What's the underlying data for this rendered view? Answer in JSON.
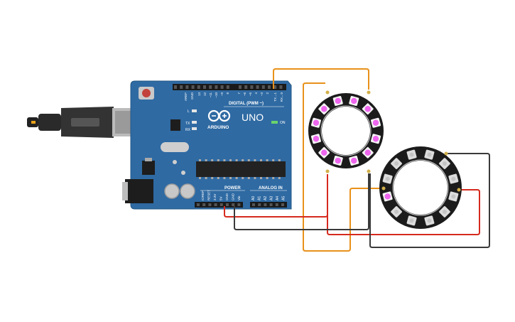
{
  "canvas": {
    "background": "#ffffff"
  },
  "arduino": {
    "board_color": "#2f6aa3",
    "logo_text": "ARDUINO",
    "model_text": "UNO",
    "digital_label": "DIGITAL (PWM ~)",
    "power_label": "POWER",
    "analog_label": "ANALOG IN",
    "on_label": "ON",
    "tx_label": "TX",
    "rx_label": "RX",
    "l_label": "L",
    "top_pin_labels": [
      "AREF",
      "GND",
      "13",
      "12",
      "~11",
      "~10",
      "~9",
      "8",
      "7",
      "~6",
      "~5",
      "4",
      "~3",
      "2",
      "TX→1",
      "RX←0"
    ],
    "power_pin_labels": [
      "IOREF",
      "RESET",
      "3.3V",
      "5V",
      "GND",
      "GND",
      "Vin"
    ],
    "analog_pin_labels": [
      "A0",
      "A1",
      "A2",
      "A3",
      "A4",
      "A5"
    ]
  },
  "neopixel_ring_1": {
    "pixel_count": 12,
    "lit_color": "#ee66ee",
    "lit_count": 12
  },
  "neopixel_ring_2": {
    "pixel_count": 12,
    "lit_color": "#ee66ee",
    "lit_count": 1
  },
  "wires": {
    "orange": "#e8911a",
    "red": "#d62a1e",
    "dark": "#3a3a3a"
  }
}
